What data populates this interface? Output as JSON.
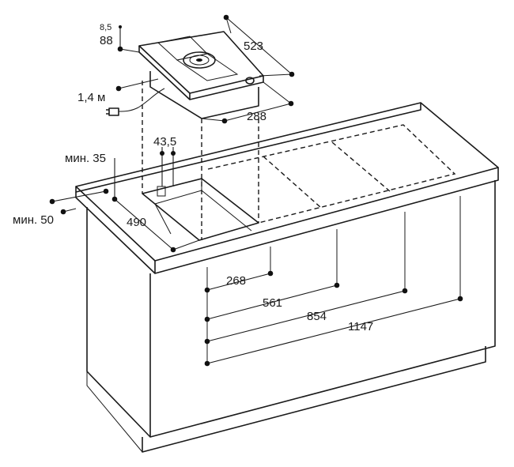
{
  "dimensions": {
    "height_small": "8,5",
    "height": "88",
    "cable": "1,4 м",
    "depth": "523",
    "width": "288",
    "overlap": "43,5",
    "min_back": "мин. 35",
    "min_front": "мин. 50",
    "cutout_depth": "490",
    "pos_1": "268",
    "pos_2": "561",
    "pos_3": "854",
    "pos_4": "1147"
  },
  "colors": {
    "line": "#1a1a1a",
    "background": "#ffffff"
  }
}
